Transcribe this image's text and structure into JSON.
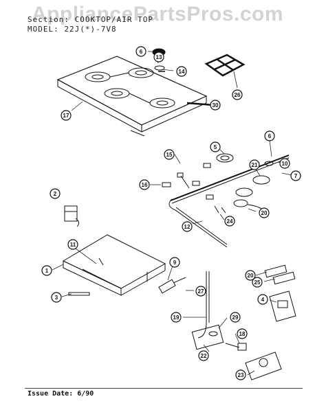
{
  "watermark": "AppliancePartsPros.com",
  "header": {
    "line1": "Section: COOKTOP/AIR TOP",
    "line2": "MODEL: 22J(*)-7V8"
  },
  "footer": {
    "issue": "Issue Date: 6/90"
  },
  "callouts": [
    {
      "id": "6a",
      "label": "6"
    },
    {
      "id": "13",
      "label": "13"
    },
    {
      "id": "14",
      "label": "14"
    },
    {
      "id": "26",
      "label": "26"
    },
    {
      "id": "17",
      "label": "17"
    },
    {
      "id": "30",
      "label": "30"
    },
    {
      "id": "6b",
      "label": "6"
    },
    {
      "id": "5",
      "label": "5"
    },
    {
      "id": "15",
      "label": "15"
    },
    {
      "id": "21",
      "label": "21"
    },
    {
      "id": "10",
      "label": "10"
    },
    {
      "id": "7",
      "label": "7"
    },
    {
      "id": "16",
      "label": "16"
    },
    {
      "id": "2",
      "label": "2"
    },
    {
      "id": "20a",
      "label": "20"
    },
    {
      "id": "24",
      "label": "24"
    },
    {
      "id": "12",
      "label": "12"
    },
    {
      "id": "11",
      "label": "11"
    },
    {
      "id": "1",
      "label": "1"
    },
    {
      "id": "9",
      "label": "9"
    },
    {
      "id": "20b",
      "label": "20"
    },
    {
      "id": "25",
      "label": "25"
    },
    {
      "id": "27",
      "label": "27"
    },
    {
      "id": "3",
      "label": "3"
    },
    {
      "id": "4",
      "label": "4"
    },
    {
      "id": "19",
      "label": "19"
    },
    {
      "id": "29",
      "label": "29"
    },
    {
      "id": "18",
      "label": "18"
    },
    {
      "id": "22",
      "label": "22"
    },
    {
      "id": "23",
      "label": "23"
    }
  ]
}
